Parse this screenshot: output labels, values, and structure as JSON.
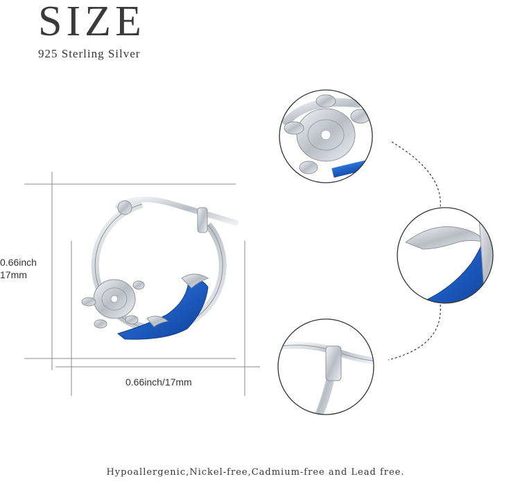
{
  "header": {
    "title": "SIZE",
    "material": "925 Sterling Silver"
  },
  "dimensions": {
    "height_inch": "0.66inch",
    "height_mm": "17mm",
    "width": "0.66inch/17mm"
  },
  "footer": {
    "text": "Hypoallergenic,Nickel-free,Cadmium-free and Lead free."
  },
  "colors": {
    "silver": "#c8ccd2",
    "blue": "#1f5fc4",
    "deep_blue": "#0f3e93",
    "line": "#555555"
  },
  "icons": [
    "turtle-charm",
    "wave-charm",
    "hinged-clasp"
  ]
}
